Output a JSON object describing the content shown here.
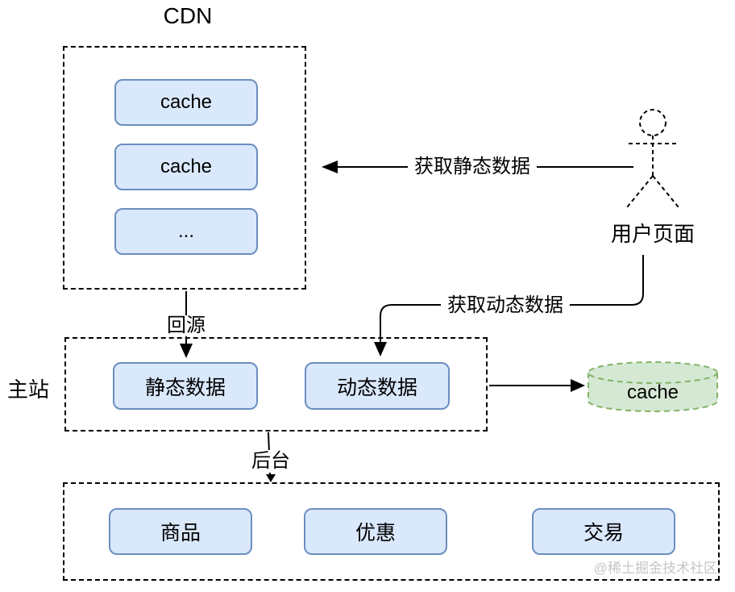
{
  "diagram": {
    "cdn": {
      "title": "CDN",
      "nodes": [
        "cache",
        "cache",
        "..."
      ]
    },
    "main_site": {
      "label": "主站",
      "nodes": [
        "静态数据",
        "动态数据"
      ]
    },
    "backend": {
      "nodes": [
        "商品",
        "优惠",
        "交易"
      ]
    },
    "user": {
      "label": "用户页面"
    },
    "cache_db": {
      "label": "cache"
    },
    "edges": {
      "fetch_static": "获取静态数据",
      "fetch_dynamic": "获取动态数据",
      "back_to_origin": "回源",
      "backend_link": "后台"
    },
    "watermark": "@稀土掘金技术社区",
    "colors": {
      "node_fill": "#dae8fc",
      "node_border": "#6c8ebf",
      "db_fill": "#d5e8d4",
      "db_border": "#82b366",
      "line": "#000000",
      "watermark": "#c6c6c6"
    }
  }
}
